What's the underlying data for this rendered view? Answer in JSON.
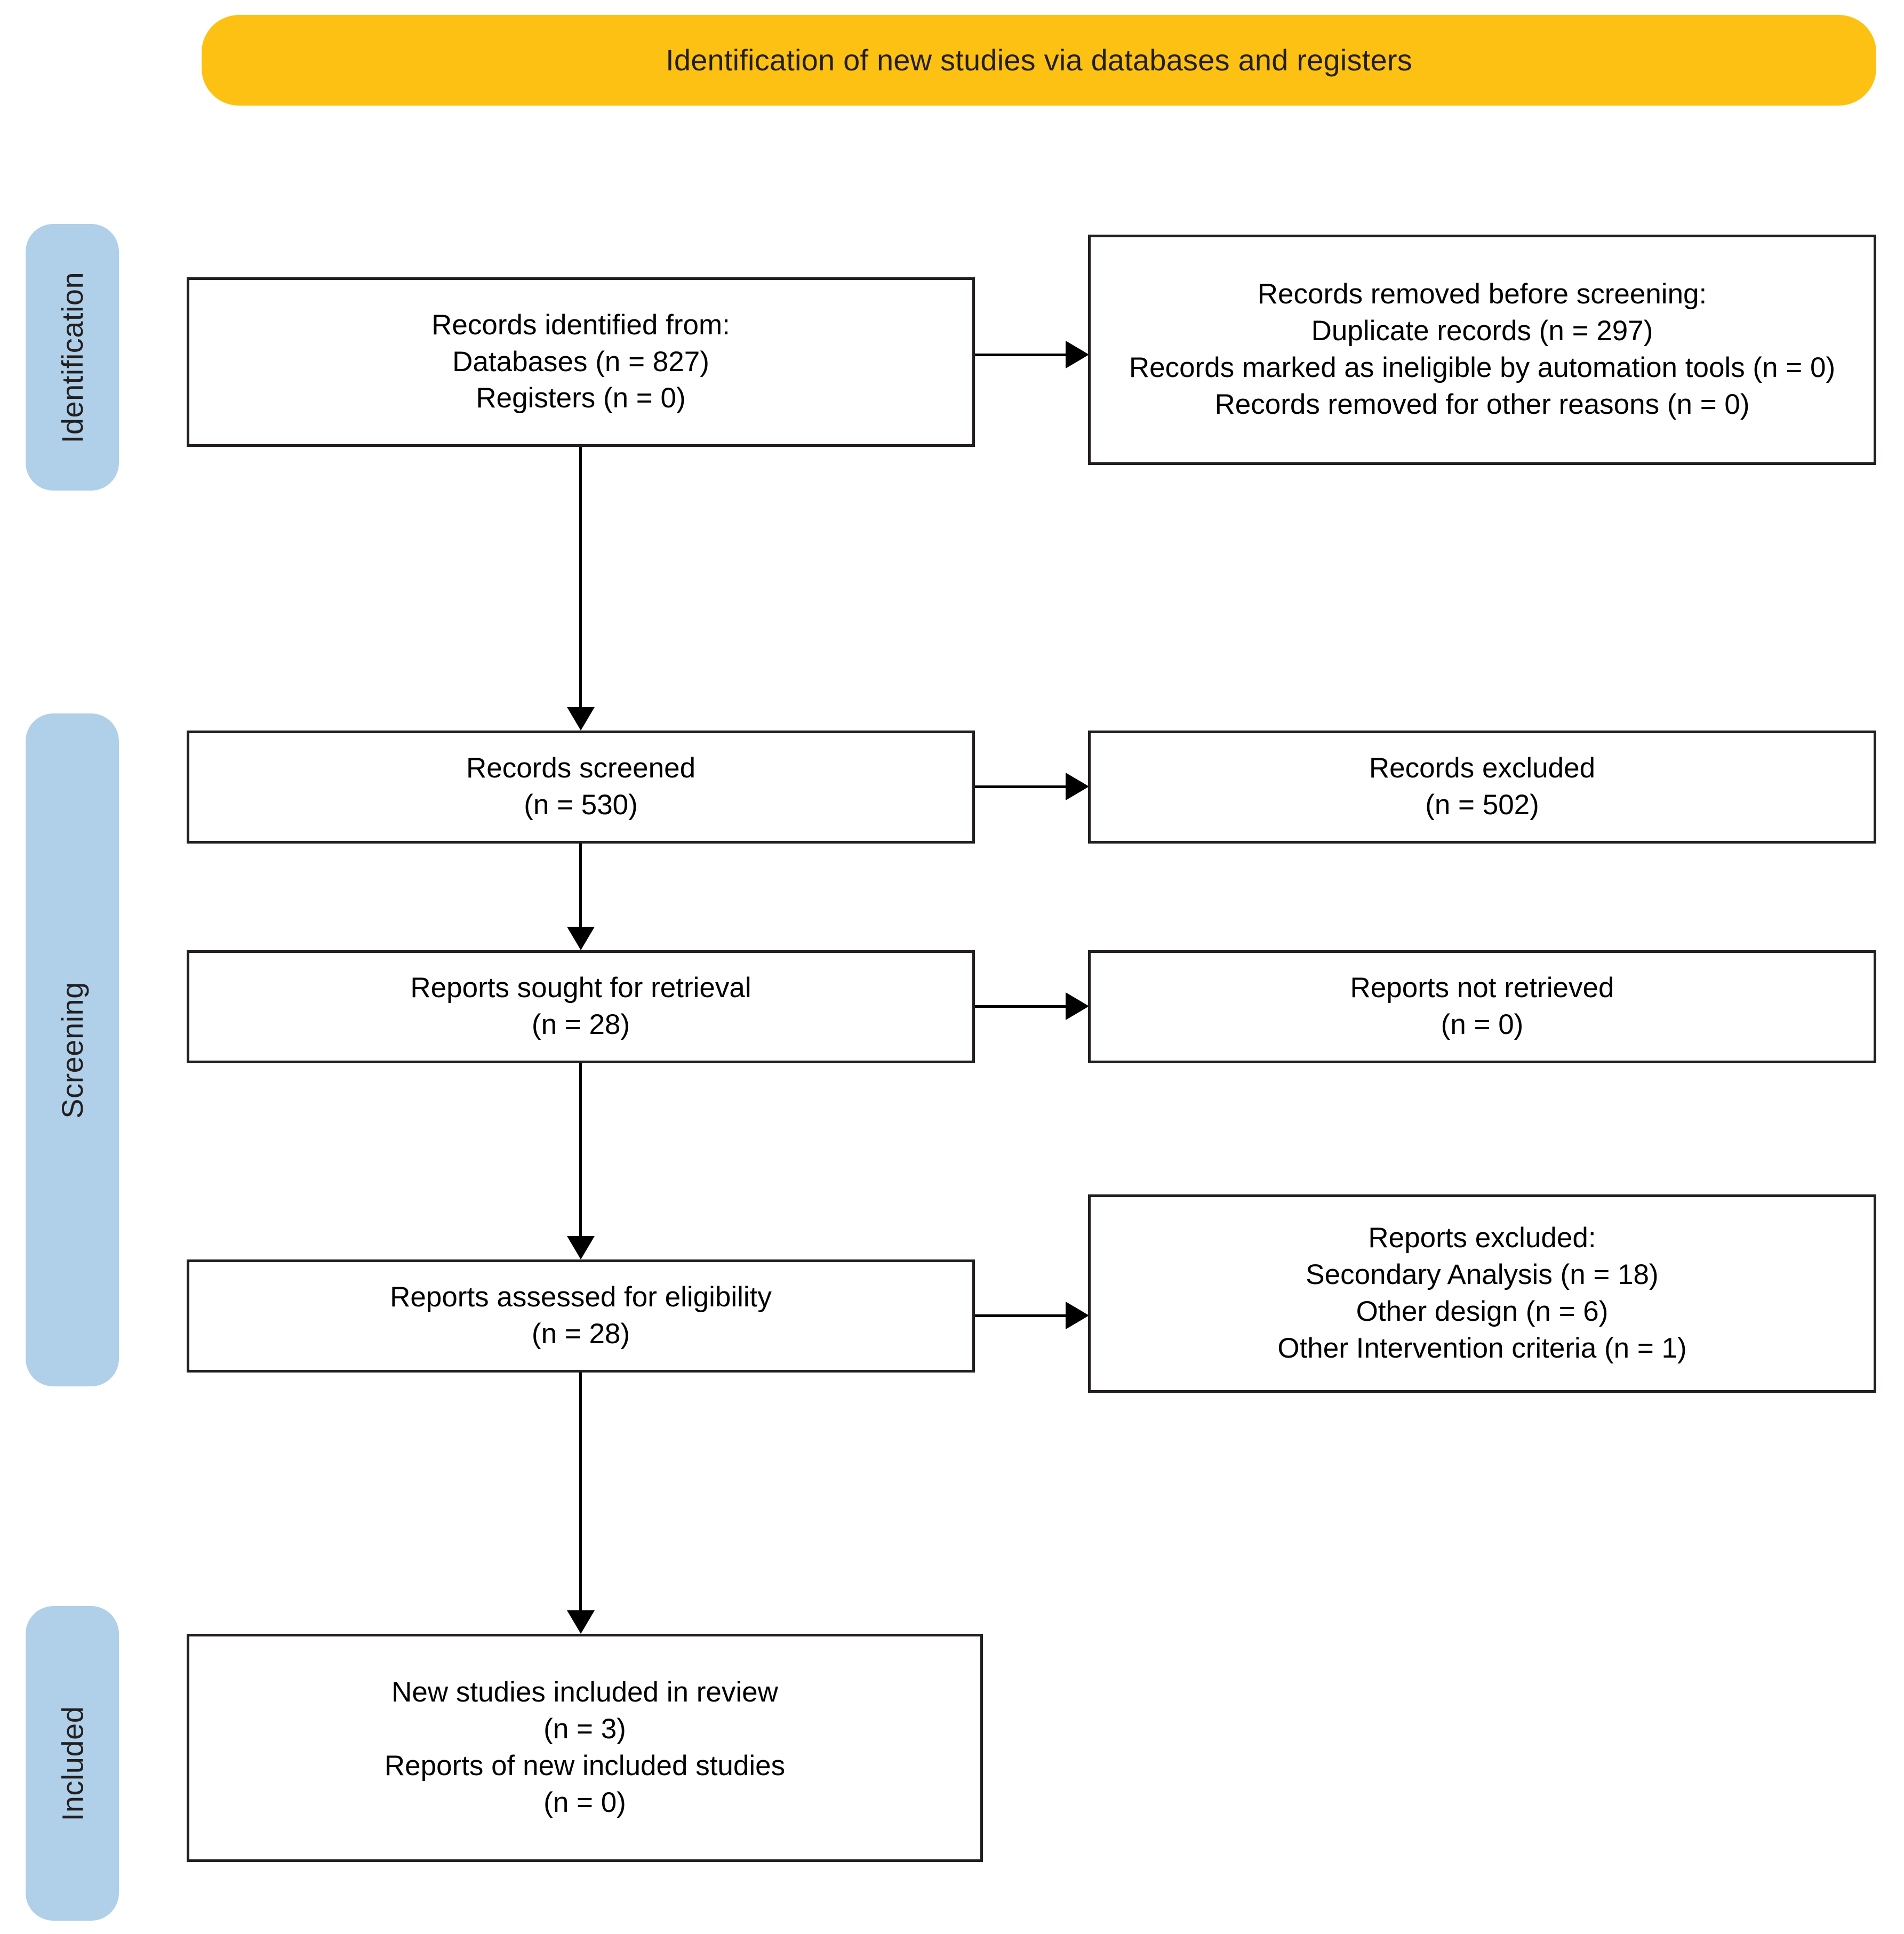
{
  "diagram": {
    "title": "Identification of new studies via databases and registers",
    "colors": {
      "banner_bg": "#FDC113",
      "stage_pill_bg": "#AFD0E8",
      "box_border": "#231F20",
      "box_bg": "#FFFFFF",
      "connector": "#000000"
    },
    "stages": [
      {
        "label": "Identification"
      },
      {
        "label": "Screening"
      },
      {
        "label": "Included"
      }
    ],
    "boxes": {
      "records_identified": {
        "lines": [
          "Records identified from:",
          "Databases (n = 827)",
          "Registers (n = 0)"
        ]
      },
      "records_removed": {
        "lines": [
          "Records removed before screening:",
          "Duplicate records (n = 297)",
          "Records marked as ineligible by automation tools (n = 0)",
          "Records removed for other reasons (n = 0)"
        ]
      },
      "records_screened": {
        "lines": [
          "Records screened",
          "(n = 530)"
        ]
      },
      "records_excluded": {
        "lines": [
          "Records excluded",
          "(n = 502)"
        ]
      },
      "reports_sought": {
        "lines": [
          "Reports sought for retrieval",
          "(n = 28)"
        ]
      },
      "reports_not_retrieved": {
        "lines": [
          "Reports not retrieved",
          "(n = 0)"
        ]
      },
      "reports_assessed": {
        "lines": [
          "Reports assessed for eligibility",
          "(n = 28)"
        ]
      },
      "reports_excluded": {
        "lines": [
          "Reports excluded:",
          "Secondary Analysis (n = 18)",
          "Other design (n = 6)",
          "Other Intervention criteria (n = 1)"
        ]
      },
      "new_studies_included": {
        "lines": [
          "New studies included in review",
          "(n = 3)",
          "Reports of new included studies",
          "(n = 0)"
        ]
      }
    }
  },
  "chart_data": {
    "type": "diagram",
    "title": "Identification of new studies via databases and registers",
    "nodes": [
      {
        "id": "records_identified",
        "stage": "Identification",
        "column": "left",
        "n_databases": 827,
        "n_registers": 0
      },
      {
        "id": "records_removed",
        "stage": "Identification",
        "column": "right",
        "n_duplicates": 297,
        "n_automation_ineligible": 0,
        "n_other_reasons": 0
      },
      {
        "id": "records_screened",
        "stage": "Screening",
        "column": "left",
        "n": 530
      },
      {
        "id": "records_excluded",
        "stage": "Screening",
        "column": "right",
        "n": 502
      },
      {
        "id": "reports_sought",
        "stage": "Screening",
        "column": "left",
        "n": 28
      },
      {
        "id": "reports_not_retrieved",
        "stage": "Screening",
        "column": "right",
        "n": 0
      },
      {
        "id": "reports_assessed",
        "stage": "Screening",
        "column": "left",
        "n": 28
      },
      {
        "id": "reports_excluded",
        "stage": "Screening",
        "column": "right",
        "n_secondary_analysis": 18,
        "n_other_design": 6,
        "n_other_intervention_criteria": 1
      },
      {
        "id": "new_studies_included",
        "stage": "Included",
        "column": "left",
        "n_studies": 3,
        "n_reports": 0
      }
    ],
    "edges": [
      {
        "from": "records_identified",
        "to": "records_removed",
        "direction": "right"
      },
      {
        "from": "records_identified",
        "to": "records_screened",
        "direction": "down"
      },
      {
        "from": "records_screened",
        "to": "records_excluded",
        "direction": "right"
      },
      {
        "from": "records_screened",
        "to": "reports_sought",
        "direction": "down"
      },
      {
        "from": "reports_sought",
        "to": "reports_not_retrieved",
        "direction": "right"
      },
      {
        "from": "reports_sought",
        "to": "reports_assessed",
        "direction": "down"
      },
      {
        "from": "reports_assessed",
        "to": "reports_excluded",
        "direction": "right"
      },
      {
        "from": "reports_assessed",
        "to": "new_studies_included",
        "direction": "down"
      }
    ]
  }
}
